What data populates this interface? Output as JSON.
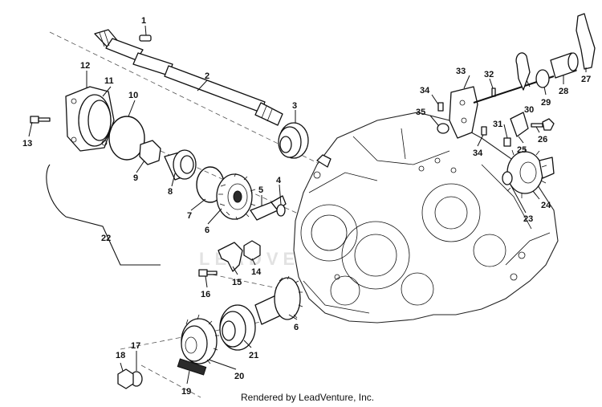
{
  "diagram": {
    "callouts": [
      "1",
      "2",
      "3",
      "4",
      "5",
      "6",
      "6",
      "7",
      "8",
      "9",
      "10",
      "11",
      "12",
      "13",
      "14",
      "15",
      "16",
      "17",
      "18",
      "19",
      "20",
      "21",
      "22",
      "23",
      "24",
      "25",
      "26",
      "27",
      "28",
      "29",
      "30",
      "31",
      "32",
      "33",
      "34",
      "34",
      "35"
    ],
    "watermark": "LEADVENTURE",
    "footer": "Rendered by LeadVenture, Inc."
  }
}
